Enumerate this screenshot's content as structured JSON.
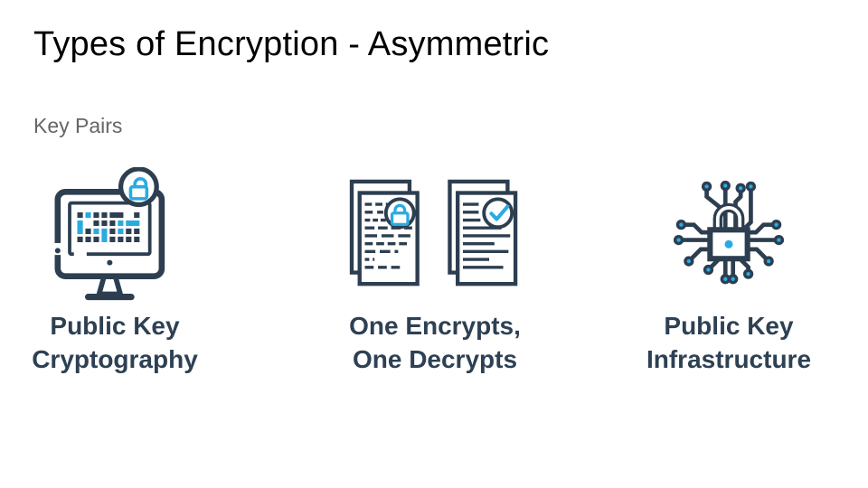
{
  "slide": {
    "title": "Types of Encryption - Asymmetric",
    "subtitle": "Key Pairs",
    "colors": {
      "bg": "#ffffff",
      "title": "#000000",
      "subtitle": "#666666",
      "label": "#2e4053",
      "icon_outline": "#2d3e50",
      "icon_accent": "#29abe2"
    },
    "items": [
      {
        "icon": "monitor-encrypted-code-lock-icon",
        "line1": "Public Key",
        "line2": "Cryptography"
      },
      {
        "icon": "documents-lock-and-check-icon",
        "line1": "One Encrypts,",
        "line2": "One Decrypts"
      },
      {
        "icon": "circuit-padlock-icon",
        "line1": "Public Key",
        "line2": "Infrastructure"
      }
    ]
  }
}
